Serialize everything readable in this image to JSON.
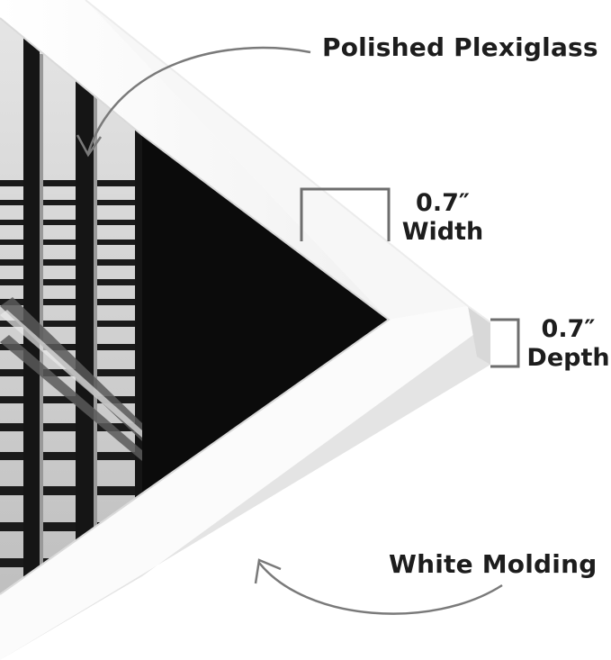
{
  "labels": {
    "plexiglass": "Polished Plexiglass",
    "molding": "White Molding"
  },
  "dimensions": {
    "width": {
      "value": "0.7″",
      "label": "Width"
    },
    "depth": {
      "value": "0.7″",
      "label": "Depth"
    }
  },
  "colors": {
    "frame": "#fbfbfb",
    "frame_shadow": "#dcdcdc",
    "artwork_dark": "#0b0b0b",
    "artwork_light": "#cfcfcf",
    "text": "#1d1d1d",
    "arrow": "#7a7a7a",
    "bracket": "#6e6e6e"
  },
  "icons": {
    "top_arrow": "curved-arrow-down-left-icon",
    "bottom_arrow": "curved-arrow-up-left-icon"
  }
}
